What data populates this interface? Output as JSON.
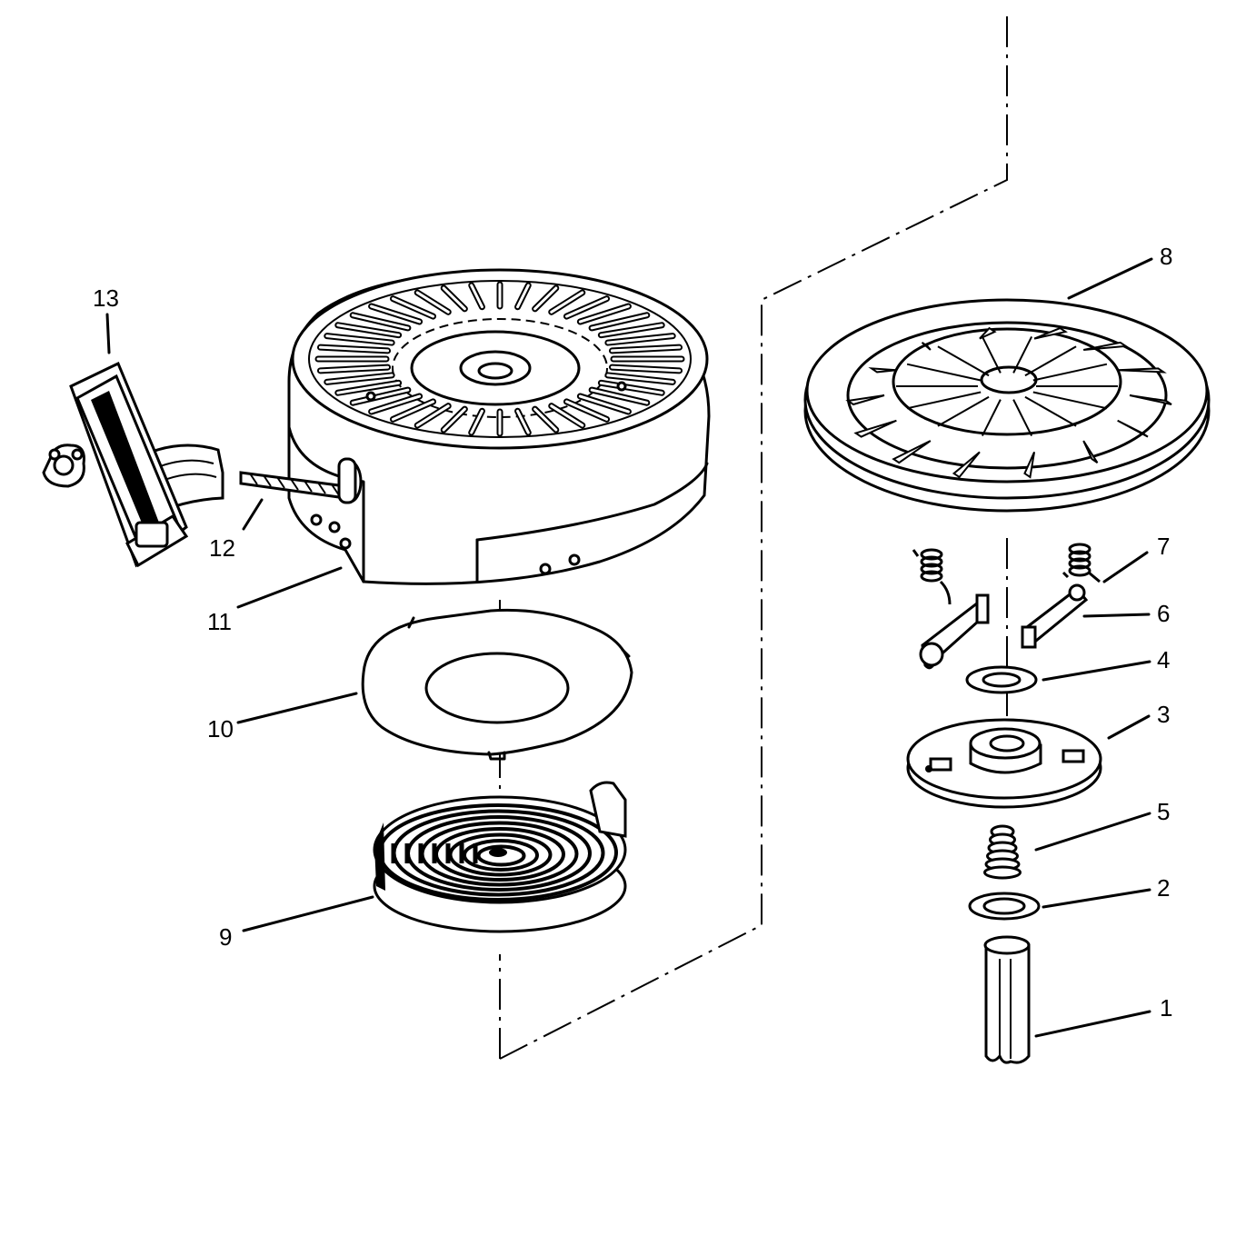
{
  "diagram": {
    "type": "exploded parts diagram",
    "callouts": [
      {
        "number": "1"
      },
      {
        "number": "2"
      },
      {
        "number": "3"
      },
      {
        "number": "4"
      },
      {
        "number": "5"
      },
      {
        "number": "6"
      },
      {
        "number": "7"
      },
      {
        "number": "8"
      },
      {
        "number": "9"
      },
      {
        "number": "10"
      },
      {
        "number": "11"
      },
      {
        "number": "12"
      },
      {
        "number": "13"
      }
    ]
  }
}
